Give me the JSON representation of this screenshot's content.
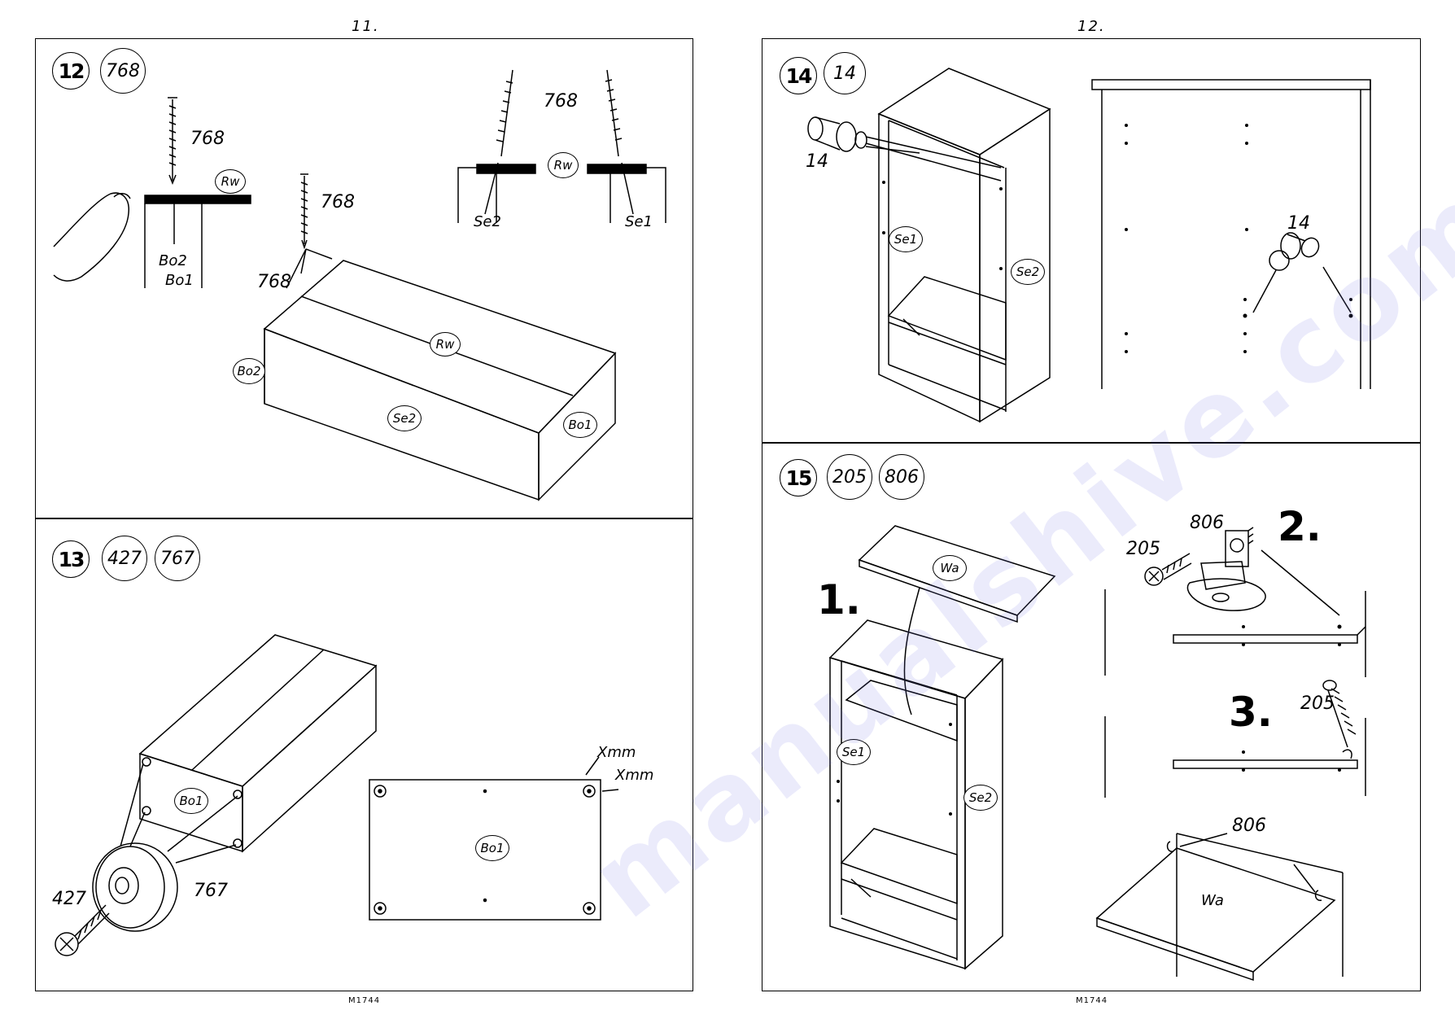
{
  "pages": {
    "left_number": "11.",
    "right_number": "12.",
    "left_footer": "M1744",
    "right_footer": "M1744"
  },
  "watermark": "manualshive.com",
  "step12": {
    "number": "12",
    "parts": [
      "768"
    ],
    "nail_label_1": "768",
    "nail_label_2": "768",
    "nail_label_3": "768",
    "nail_label_4": "768",
    "rw_1": "Rw",
    "rw_2": "Rw",
    "rw_3": "Rw",
    "bo2_a": "Bo2",
    "bo1_a": "Bo1",
    "bo2_b": "Bo2",
    "bo1_b": "Bo1",
    "se2_a": "Se2",
    "se1_a": "Se1",
    "se2_b": "Se2"
  },
  "step13": {
    "number": "13",
    "parts": [
      "427",
      "767"
    ],
    "bo1_a": "Bo1",
    "bo1_b": "Bo1",
    "screw_label": "427",
    "foot_label": "767",
    "xmm_1": "Xmm",
    "xmm_2": "Xmm"
  },
  "step14": {
    "number": "14",
    "parts": [
      "14"
    ],
    "peg_label_1": "14",
    "peg_label_2": "14",
    "se1": "Se1",
    "se2": "Se2"
  },
  "step15": {
    "number": "15",
    "parts": [
      "205",
      "806"
    ],
    "substep_1": "1.",
    "substep_2": "2.",
    "substep_3": "3.",
    "wa_1": "Wa",
    "wa_2": "Wa",
    "se1": "Se1",
    "se2": "Se2",
    "screw_label_1": "205",
    "screw_label_2": "205",
    "bracket_label_1": "806",
    "bracket_label_2": "806"
  }
}
